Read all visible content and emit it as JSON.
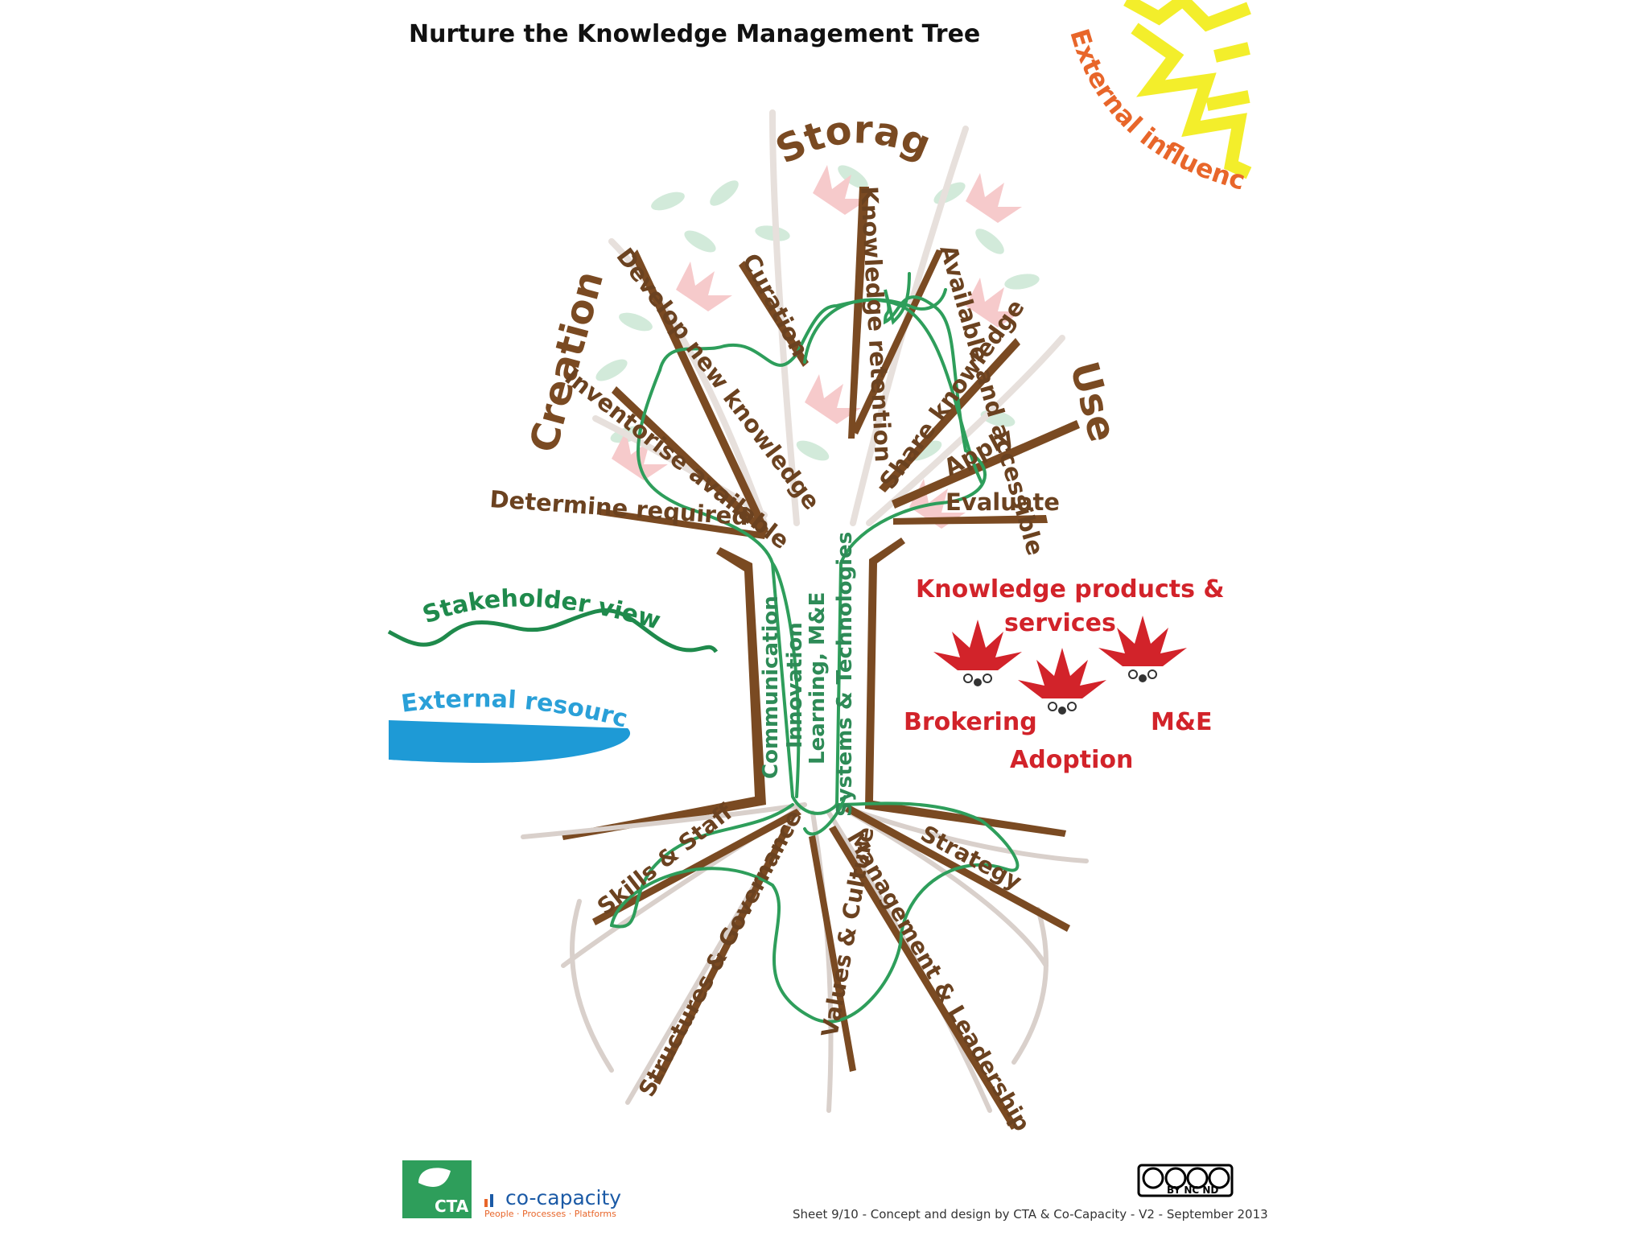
{
  "title": "Nurture the Knowledge Management Tree",
  "external_influences": "External influences",
  "categories": {
    "storage": "Storage",
    "creation": "Creation",
    "use": "Use"
  },
  "branches": {
    "develop_new_knowledge": "Develop new knowledge",
    "curation": "Curation",
    "knowledge_retention": "Knowledge retention",
    "available_and_accessible": "Available and accessible",
    "share_knowledge": "Share knowledge",
    "apply": "Apply",
    "evaluate": "Evaluate",
    "inventorise_available": "Inventorise available",
    "determine_required": "Determine required"
  },
  "trunk": {
    "communication": "Communication",
    "innovation": "Innovation",
    "learning_me": "Learning, M&E",
    "systems_technologies": "Systems & Technologies"
  },
  "roots": {
    "skills_staff": "Skills & Staff",
    "structures_governance": "Structures & Governance",
    "values_culture": "Values & Culture",
    "management_leadership": "Management & Leadership",
    "strategy": "Strategy"
  },
  "left_labels": {
    "stakeholder_views": "Stakeholder views",
    "external_resources": "External resources"
  },
  "products": {
    "heading_line1": "Knowledge products &",
    "heading_line2": "services",
    "brokering": "Brokering",
    "adoption": "Adoption",
    "me": "M&E"
  },
  "footer": {
    "cta": "CTA",
    "cocapacity": "co-capacity",
    "tagline": "People · Processes · Platforms",
    "cc_label": "BY NC ND",
    "sheet_note": "Sheet 9/10 - Concept and design by CTA & Co-Capacity - V2 - September 2013"
  },
  "colors": {
    "branch_brown": "#7a4a22",
    "trunk_green": "#2e9e5b",
    "product_red": "#d2232a",
    "water_blue": "#1e9ad6",
    "sun_yellow": "#f3ee2b",
    "influence_orange": "#e8662a",
    "root_grey": "#d6ccc6",
    "leaf_pink": "#f5c4c6",
    "leaf_green": "#cde8d6"
  }
}
